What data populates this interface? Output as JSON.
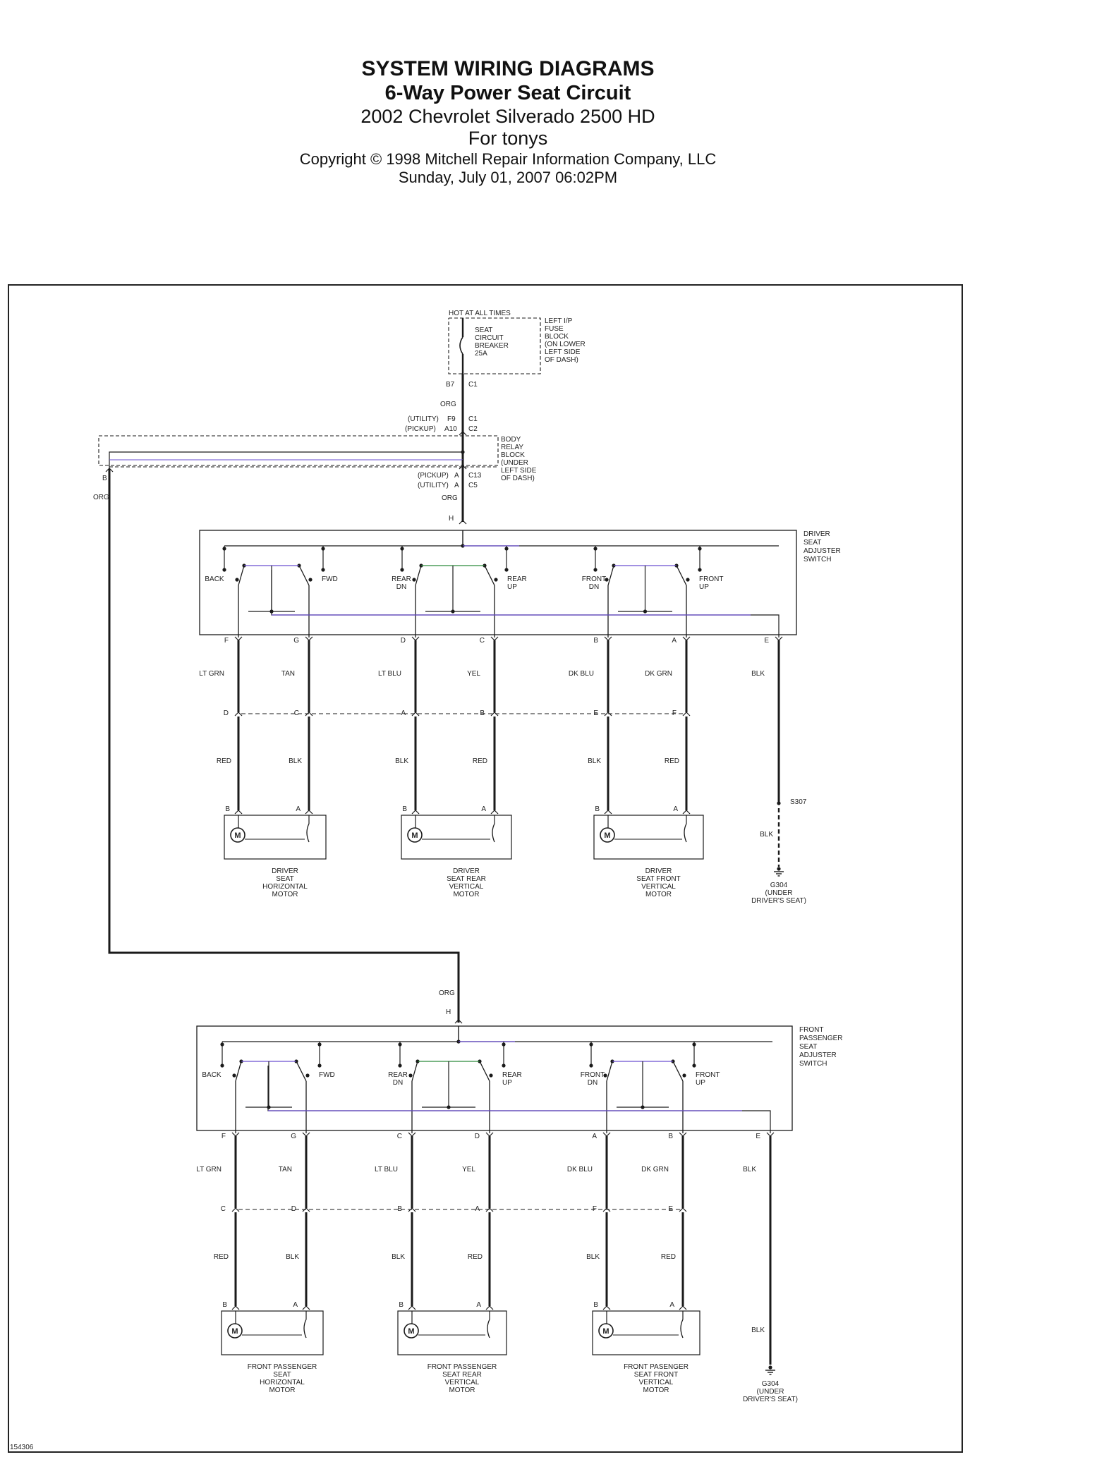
{
  "header": {
    "line1": "SYSTEM WIRING DIAGRAMS",
    "line2": "6-Way Power Seat Circuit",
    "line3": "2002 Chevrolet Silverado 2500 HD",
    "line4": "For tonys",
    "line5": "Copyright © 1998 Mitchell Repair Information Company, LLC",
    "line6": "Sunday, July 01, 2007  06:02PM"
  },
  "power": {
    "hot": "HOT AT ALL TIMES",
    "breaker": [
      "SEAT",
      "CIRCUIT",
      "BREAKER",
      "25A"
    ],
    "fuse_block": [
      "LEFT I/P",
      "FUSE",
      "BLOCK",
      "(ON LOWER",
      "LEFT SIDE",
      "OF DASH)"
    ],
    "pin_b7": "B7",
    "conn_c1a": "C1",
    "wire": "ORG",
    "utility_label": "(UTILITY)",
    "utility_pin": "F9",
    "utility_conn": "C1",
    "pickup_label": "(PICKUP)",
    "pickup_pin": "A10",
    "pickup_conn": "C2",
    "relay_block": [
      "BODY",
      "RELAY",
      "BLOCK",
      "(UNDER",
      "LEFT SIDE",
      "OF DASH)"
    ],
    "pickup2_label": "(PICKUP)",
    "pickup2_pin": "A",
    "pickup2_conn": "C13",
    "utility2_label": "(UTILITY)",
    "utility2_pin": "A",
    "utility2_conn": "C5",
    "left_pin": "B",
    "left_wire": "ORG",
    "driver_feed_wire": "ORG",
    "driver_feed_pin": "H",
    "pass_feed_wire": "ORG",
    "pass_feed_pin": "H"
  },
  "driver": {
    "switch_label": [
      "DRIVER",
      "SEAT",
      "ADJUSTER",
      "SWITCH"
    ],
    "sw": {
      "back": "BACK",
      "fwd": "FWD",
      "rear_dn": [
        "REAR",
        "DN"
      ],
      "rear_up": [
        "REAR",
        "UP"
      ],
      "front_dn": [
        "FRONT",
        "DN"
      ],
      "front_up": [
        "FRONT",
        "UP"
      ]
    },
    "top_pins": [
      "F",
      "G",
      "D",
      "C",
      "B",
      "A",
      "E"
    ],
    "top_wires": [
      "LT GRN",
      "TAN",
      "LT BLU",
      "YEL",
      "DK BLU",
      "DK GRN",
      "BLK"
    ],
    "mid_pins": [
      "D",
      "C",
      "A",
      "B",
      "E",
      "F"
    ],
    "bot_wires": [
      "RED",
      "BLK",
      "BLK",
      "RED",
      "BLK",
      "RED"
    ],
    "motor_pins": [
      "B",
      "A",
      "B",
      "A",
      "B",
      "A"
    ],
    "splice": "S307",
    "ground_wire": "BLK",
    "ground": [
      "G304",
      "(UNDER",
      "DRIVER'S SEAT)"
    ],
    "motors": [
      [
        "DRIVER",
        "SEAT",
        "HORIZONTAL",
        "MOTOR"
      ],
      [
        "DRIVER",
        "SEAT REAR",
        "VERTICAL",
        "MOTOR"
      ],
      [
        "DRIVER",
        "SEAT FRONT",
        "VERTICAL",
        "MOTOR"
      ]
    ]
  },
  "passenger": {
    "switch_label": [
      "FRONT",
      "PASSENGER",
      "SEAT",
      "ADJUSTER",
      "SWITCH"
    ],
    "sw": {
      "back": "BACK",
      "fwd": "FWD",
      "rear_dn": [
        "REAR",
        "DN"
      ],
      "rear_up": [
        "REAR",
        "UP"
      ],
      "front_dn": [
        "FRONT",
        "DN"
      ],
      "front_up": [
        "FRONT",
        "UP"
      ]
    },
    "top_pins": [
      "F",
      "G",
      "C",
      "D",
      "A",
      "B",
      "E"
    ],
    "top_wires": [
      "LT GRN",
      "TAN",
      "LT BLU",
      "YEL",
      "DK BLU",
      "DK GRN",
      "BLK"
    ],
    "mid_pins": [
      "C",
      "D",
      "B",
      "A",
      "F",
      "E"
    ],
    "bot_wires": [
      "RED",
      "BLK",
      "BLK",
      "RED",
      "BLK",
      "RED"
    ],
    "motor_pins": [
      "B",
      "A",
      "B",
      "A",
      "B",
      "A"
    ],
    "ground_wire": "BLK",
    "ground": [
      "G304",
      "(UNDER",
      "DRIVER'S SEAT)"
    ],
    "motors": [
      [
        "FRONT PASSENGER",
        "SEAT",
        "HORIZONTAL",
        "MOTOR"
      ],
      [
        "FRONT PASSENGER",
        "SEAT REAR",
        "VERTICAL",
        "MOTOR"
      ],
      [
        "FRONT PASENGER",
        "SEAT FRONT",
        "VERTICAL",
        "MOTOR"
      ]
    ]
  },
  "footer": {
    "code": "154306"
  },
  "colors": {
    "ink": "#1a1a1a",
    "accent_wire": "#6a4fd0",
    "page": "#ffffff"
  }
}
